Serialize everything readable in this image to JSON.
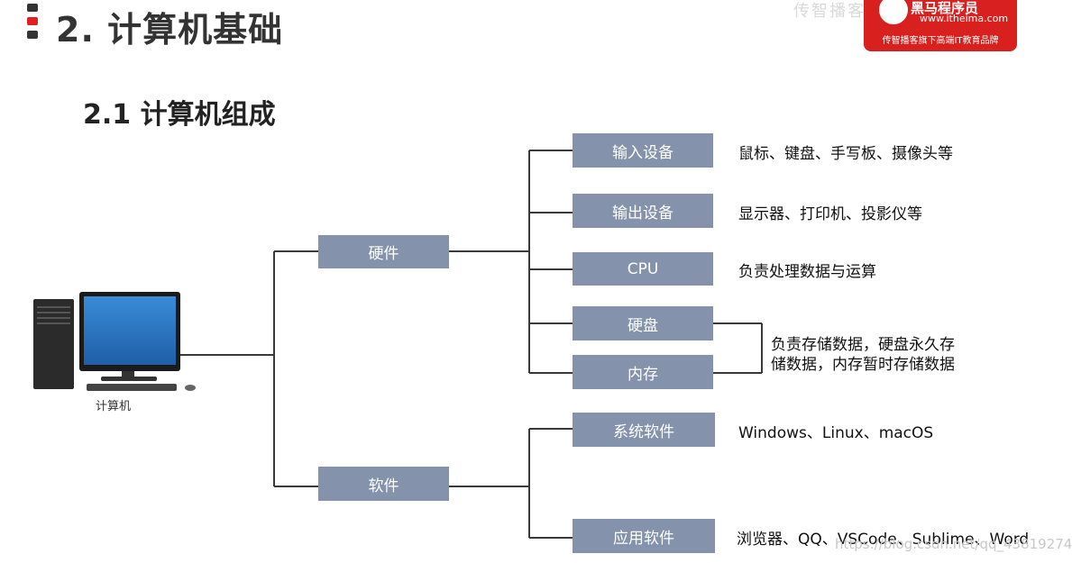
{
  "header": {
    "title": "2. 计算机基础",
    "subtitle": "2.1 计算机组成"
  },
  "logo": {
    "brand": "黑马程序员",
    "url": "www.itheima.com",
    "slogan": "传智播客旗下高端IT教育品牌"
  },
  "computer": {
    "label": "计算机"
  },
  "diagram": {
    "hardware": "硬件",
    "software": "软件",
    "input_device": {
      "label": "输入设备",
      "desc": "鼠标、键盘、手写板、摄像头等"
    },
    "output_device": {
      "label": "输出设备",
      "desc": "显示器、打印机、投影仪等"
    },
    "cpu": {
      "label": "CPU",
      "desc": "负责处理数据与运算"
    },
    "disk": {
      "label": "硬盘"
    },
    "memory": {
      "label": "内存"
    },
    "storage_desc_line1": "负责存储数据，硬盘永久存",
    "storage_desc_line2": "储数据，内存暂时存储数据",
    "system_software": {
      "label": "系统软件",
      "desc": "Windows、Linux、macOS"
    },
    "app_software": {
      "label": "应用软件",
      "desc": "浏览器、QQ、VSCode、Sublime、Word"
    }
  },
  "watermark": "https://blog.csdn.net/qq_43819274"
}
